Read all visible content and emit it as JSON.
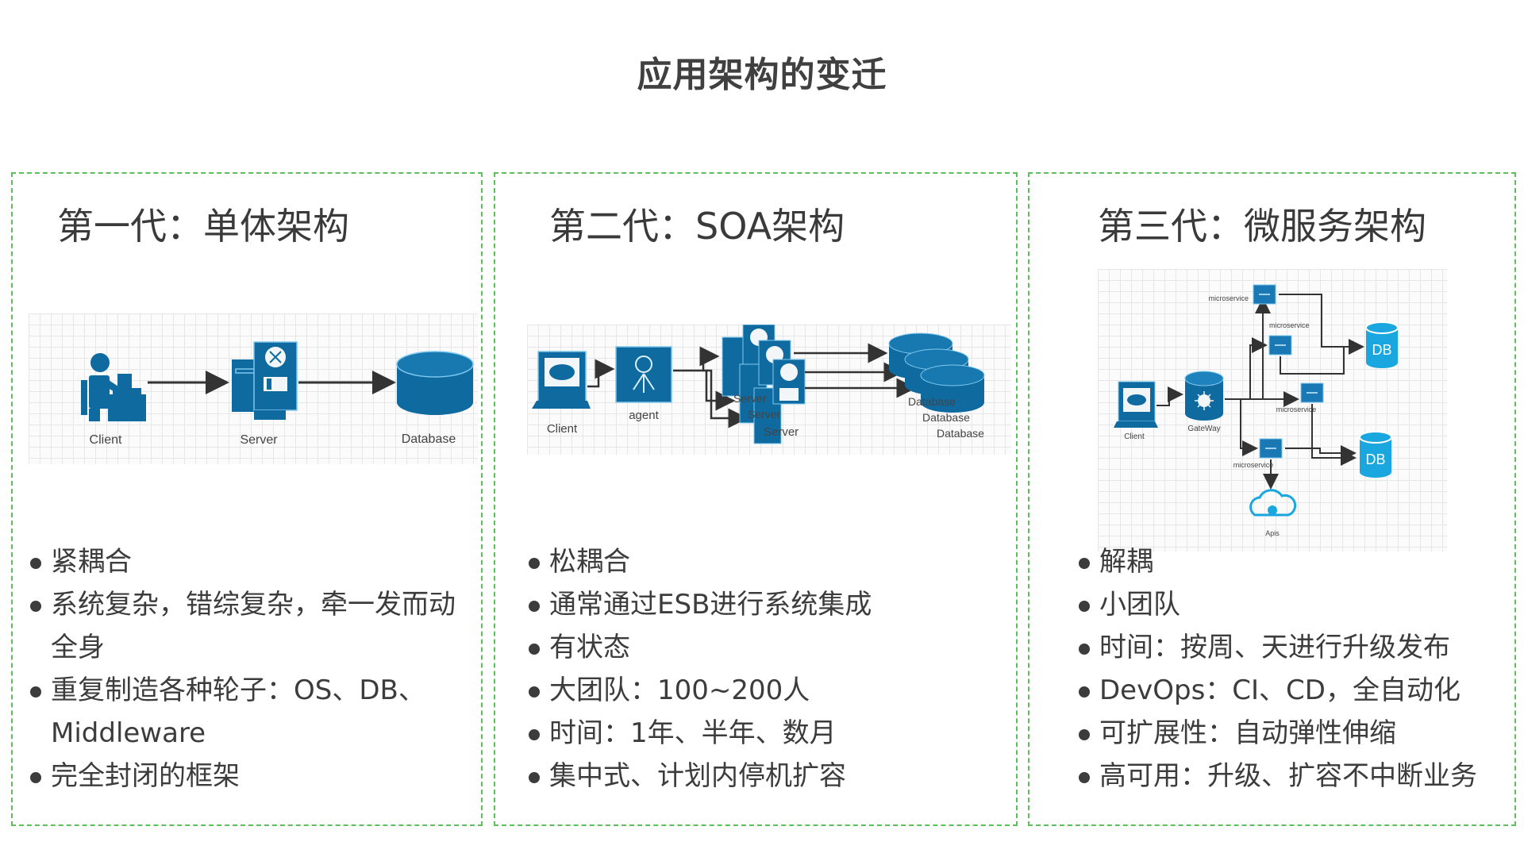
{
  "page": {
    "title": "应用架构的变迁"
  },
  "colors": {
    "panel_border": "#5cbf5c",
    "icon_blue": "#0f6aa0",
    "icon_cyan": "#1aa7e0",
    "text": "#3c3c3c"
  },
  "panels": [
    {
      "heading": "第一代：单体架构",
      "diagram": {
        "labels": {
          "client": "Client",
          "server": "Server",
          "database": "Database"
        }
      },
      "bullets": [
        "紧耦合",
        "系统复杂，错综复杂，牵一发而动全身",
        "重复制造各种轮子：OS、DB、Middleware",
        "完全封闭的框架"
      ]
    },
    {
      "heading": "第二代：SOA架构",
      "diagram": {
        "labels": {
          "client": "Client",
          "agent": "agent",
          "server_1": "Server",
          "server_2": "Server",
          "server_3": "Server",
          "database_1": "Database",
          "database_2": "Database",
          "database_3": "Database"
        }
      },
      "bullets": [
        "松耦合",
        "通常通过ESB进行系统集成",
        "有状态",
        "大团队：100~200人",
        "时间：1年、半年、数月",
        "集中式、计划内停机扩容"
      ]
    },
    {
      "heading": "第三代：微服务架构",
      "diagram": {
        "labels": {
          "client": "Client",
          "gateway": "GateWay",
          "microservice_1": "microservice",
          "microservice_2": "microservice",
          "microservice_3": "microservice",
          "microservice_4": "microservice",
          "db_1": "DB",
          "db_2": "DB",
          "apis": "Apis"
        }
      },
      "bullets": [
        "解耦",
        "小团队",
        "时间：按周、天进行升级发布",
        "DevOps：CI、CD，全自动化",
        "可扩展性：自动弹性伸缩",
        " 高可用：升级、扩容不中断业务"
      ]
    }
  ]
}
